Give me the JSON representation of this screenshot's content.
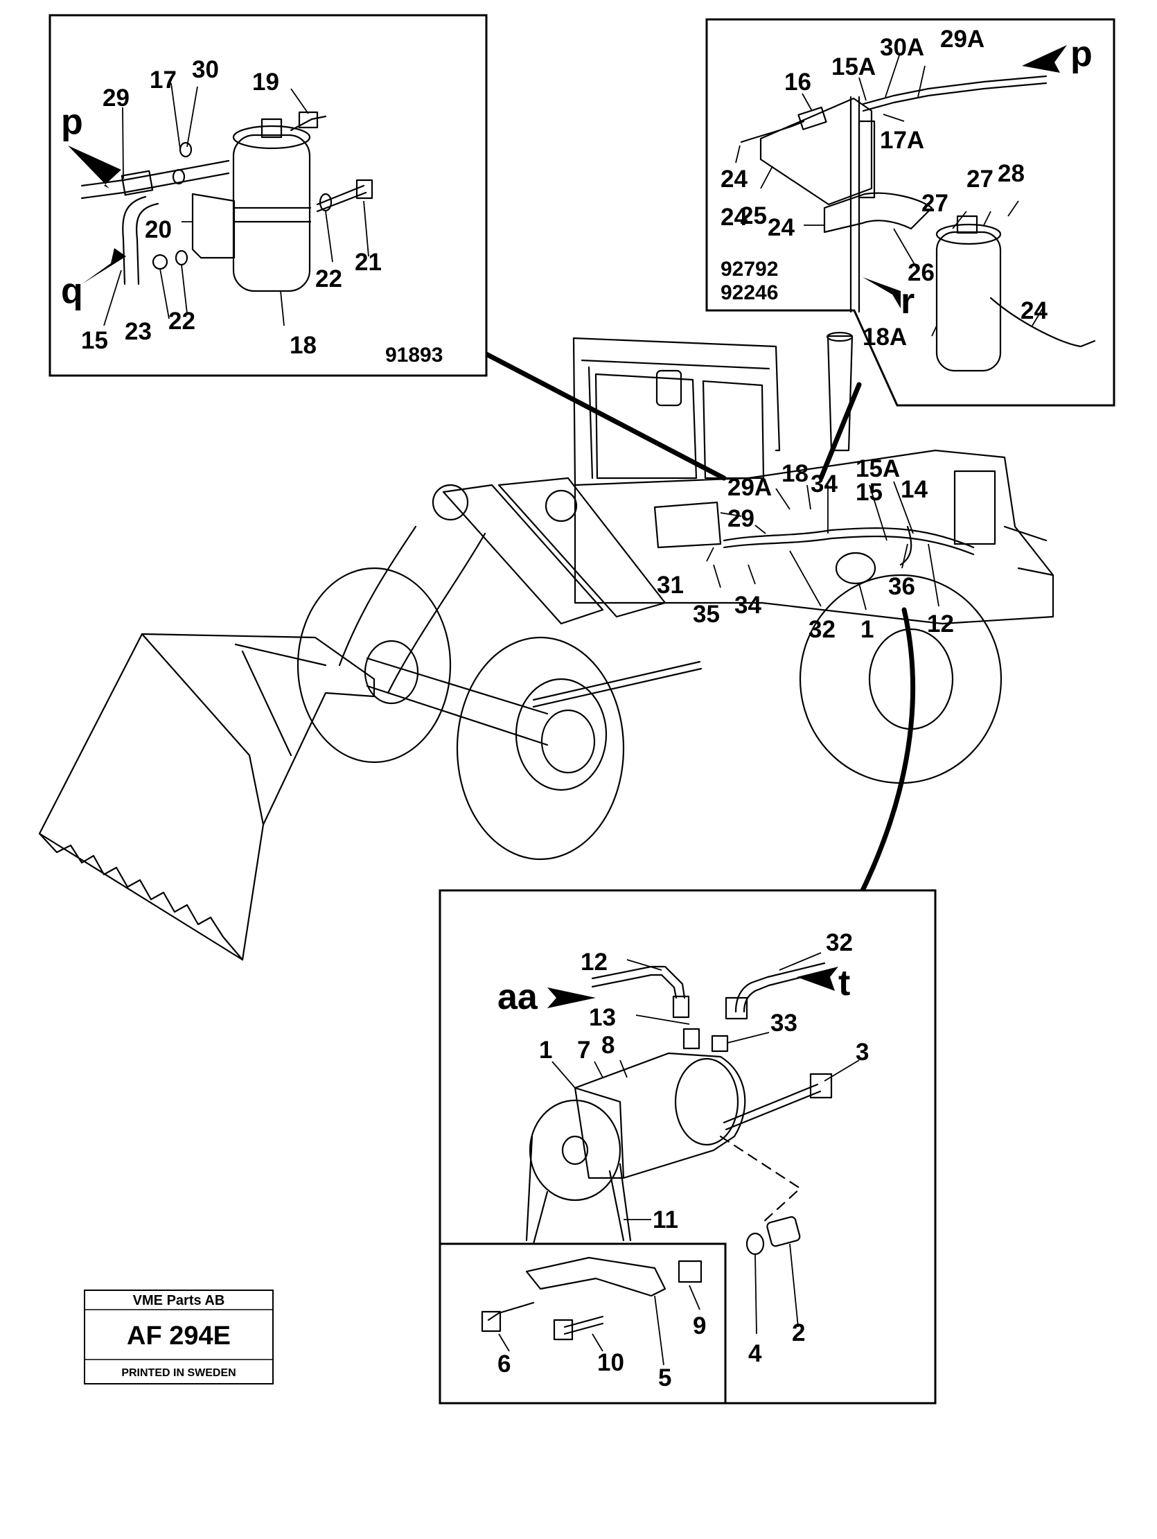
{
  "detail_p": {
    "ref_number": "91893",
    "arrows": [
      "p",
      "q"
    ],
    "callouts": [
      "29",
      "17",
      "30",
      "19",
      "20",
      "21",
      "22",
      "22",
      "23",
      "15",
      "18"
    ]
  },
  "detail_r": {
    "ref_numbers": [
      "92792",
      "92246"
    ],
    "arrows": [
      "p",
      "r"
    ],
    "callouts": [
      "16",
      "15A",
      "30A",
      "29A",
      "17A",
      "24",
      "24",
      "24",
      "24",
      "25",
      "26",
      "27",
      "27",
      "28",
      "18A"
    ]
  },
  "main_view": {
    "callouts": [
      "29A",
      "18",
      "34",
      "15A",
      "15",
      "14",
      "29",
      "31",
      "35",
      "34",
      "32",
      "1",
      "36",
      "12"
    ]
  },
  "detail_t": {
    "arrows": [
      "aa",
      "t"
    ],
    "callouts": [
      "12",
      "32",
      "13",
      "33",
      "1",
      "7",
      "8",
      "3",
      "11",
      "6",
      "10",
      "5",
      "9",
      "4",
      "2"
    ]
  },
  "stamp": {
    "company": "VME Parts AB",
    "code": "AF 294E",
    "printed": "PRINTED IN SWEDEN"
  }
}
